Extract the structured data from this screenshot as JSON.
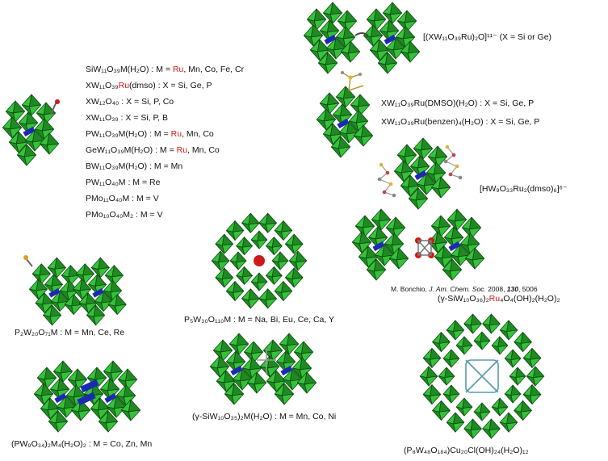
{
  "colors": {
    "polyhedron": "#35c23a",
    "polyhedron_dark": "#1f8a22",
    "edge": "#0d4a10",
    "ruthenium": "#d21a1a",
    "blue": "#1b2bb0"
  },
  "top_right": {
    "formula": "[(XW₁₁O₃₉Ru)₂O]¹¹⁻",
    "paren": "(X = Si or Ge)"
  },
  "left_list": [
    {
      "formula": "SiW₁₁O₃₉M(H₂O) : M = ",
      "highlight": "Ru",
      "rest": ", Mn, Co, Fe, Cr"
    },
    {
      "formula": "XW₁₁O₃₉",
      "highlight": "Ru",
      "rest": "(dmso) : X = Si, Ge, P"
    },
    {
      "formula": "XW₁₂O₄₀ : X = Si, P, Co",
      "highlight": "",
      "rest": ""
    },
    {
      "formula": "XW₁₁O₃₉ : X = Si, P, B",
      "highlight": "",
      "rest": ""
    },
    {
      "formula": "PW₁₁O₃₉M(H₂O) : M = ",
      "highlight": "Ru",
      "rest": ", Mn, Co"
    },
    {
      "formula": "GeW₁₁O₃₉M(H₂O) : M = ",
      "highlight": "Ru",
      "rest": ", Mn, Co"
    },
    {
      "formula": "BW₁₁O₃₉M(H₂O) : M = Mn",
      "highlight": "",
      "rest": ""
    },
    {
      "formula": "PW₁₁O₄₀M : M = Re",
      "highlight": "",
      "rest": ""
    },
    {
      "formula": "PMo₁₁O₄₀M : M = V",
      "highlight": "",
      "rest": ""
    },
    {
      "formula": "PMo₁₀O₄₀M₂ : M = V",
      "highlight": "",
      "rest": ""
    }
  ],
  "right_list": [
    "XW₁₁O₃₉Ru(DMSO)(H₂O) : X = Si, Ge, P",
    "XW₁₁O₃₉Ru(benzen)₄(H₂O) : X = Si, Ge, P"
  ],
  "hw_ru": "[HW₉O₃₃Ru₂(dmso)₆]⁶⁻",
  "citation": {
    "author": "M. Bonchio, ",
    "journal": "J. Am. Chem. Soc.",
    "year": " 2008, ",
    "volume": "130",
    "pages": ", 5006"
  },
  "gamma_ru": {
    "pre": "(γ-SiW₁₀O₃₆)₂",
    "hl": "Ru",
    "post": "₄O₄(OH)₂(H₂O)₂"
  },
  "p5w30": "P₅W₃₀O₁₁₀M : M = Na, Bi, Eu, Ce, Ca, Y",
  "p2w": "P₂W₂₀O₇₁M : M = Mn, Ce, Re",
  "gamma_si": "(γ-SiW₁₀O₃₅)₂M(H₂O) : M = Mn, Co, Ni",
  "pw9": "(PW₉O₃₄)₂M₄(H₂O)₂ : M = Co, Zn, Mn",
  "cu20": "(P₈W₄₈O₁₈₄)Cu₂₀Cl(OH)₂₄(H₂O)₁₂"
}
